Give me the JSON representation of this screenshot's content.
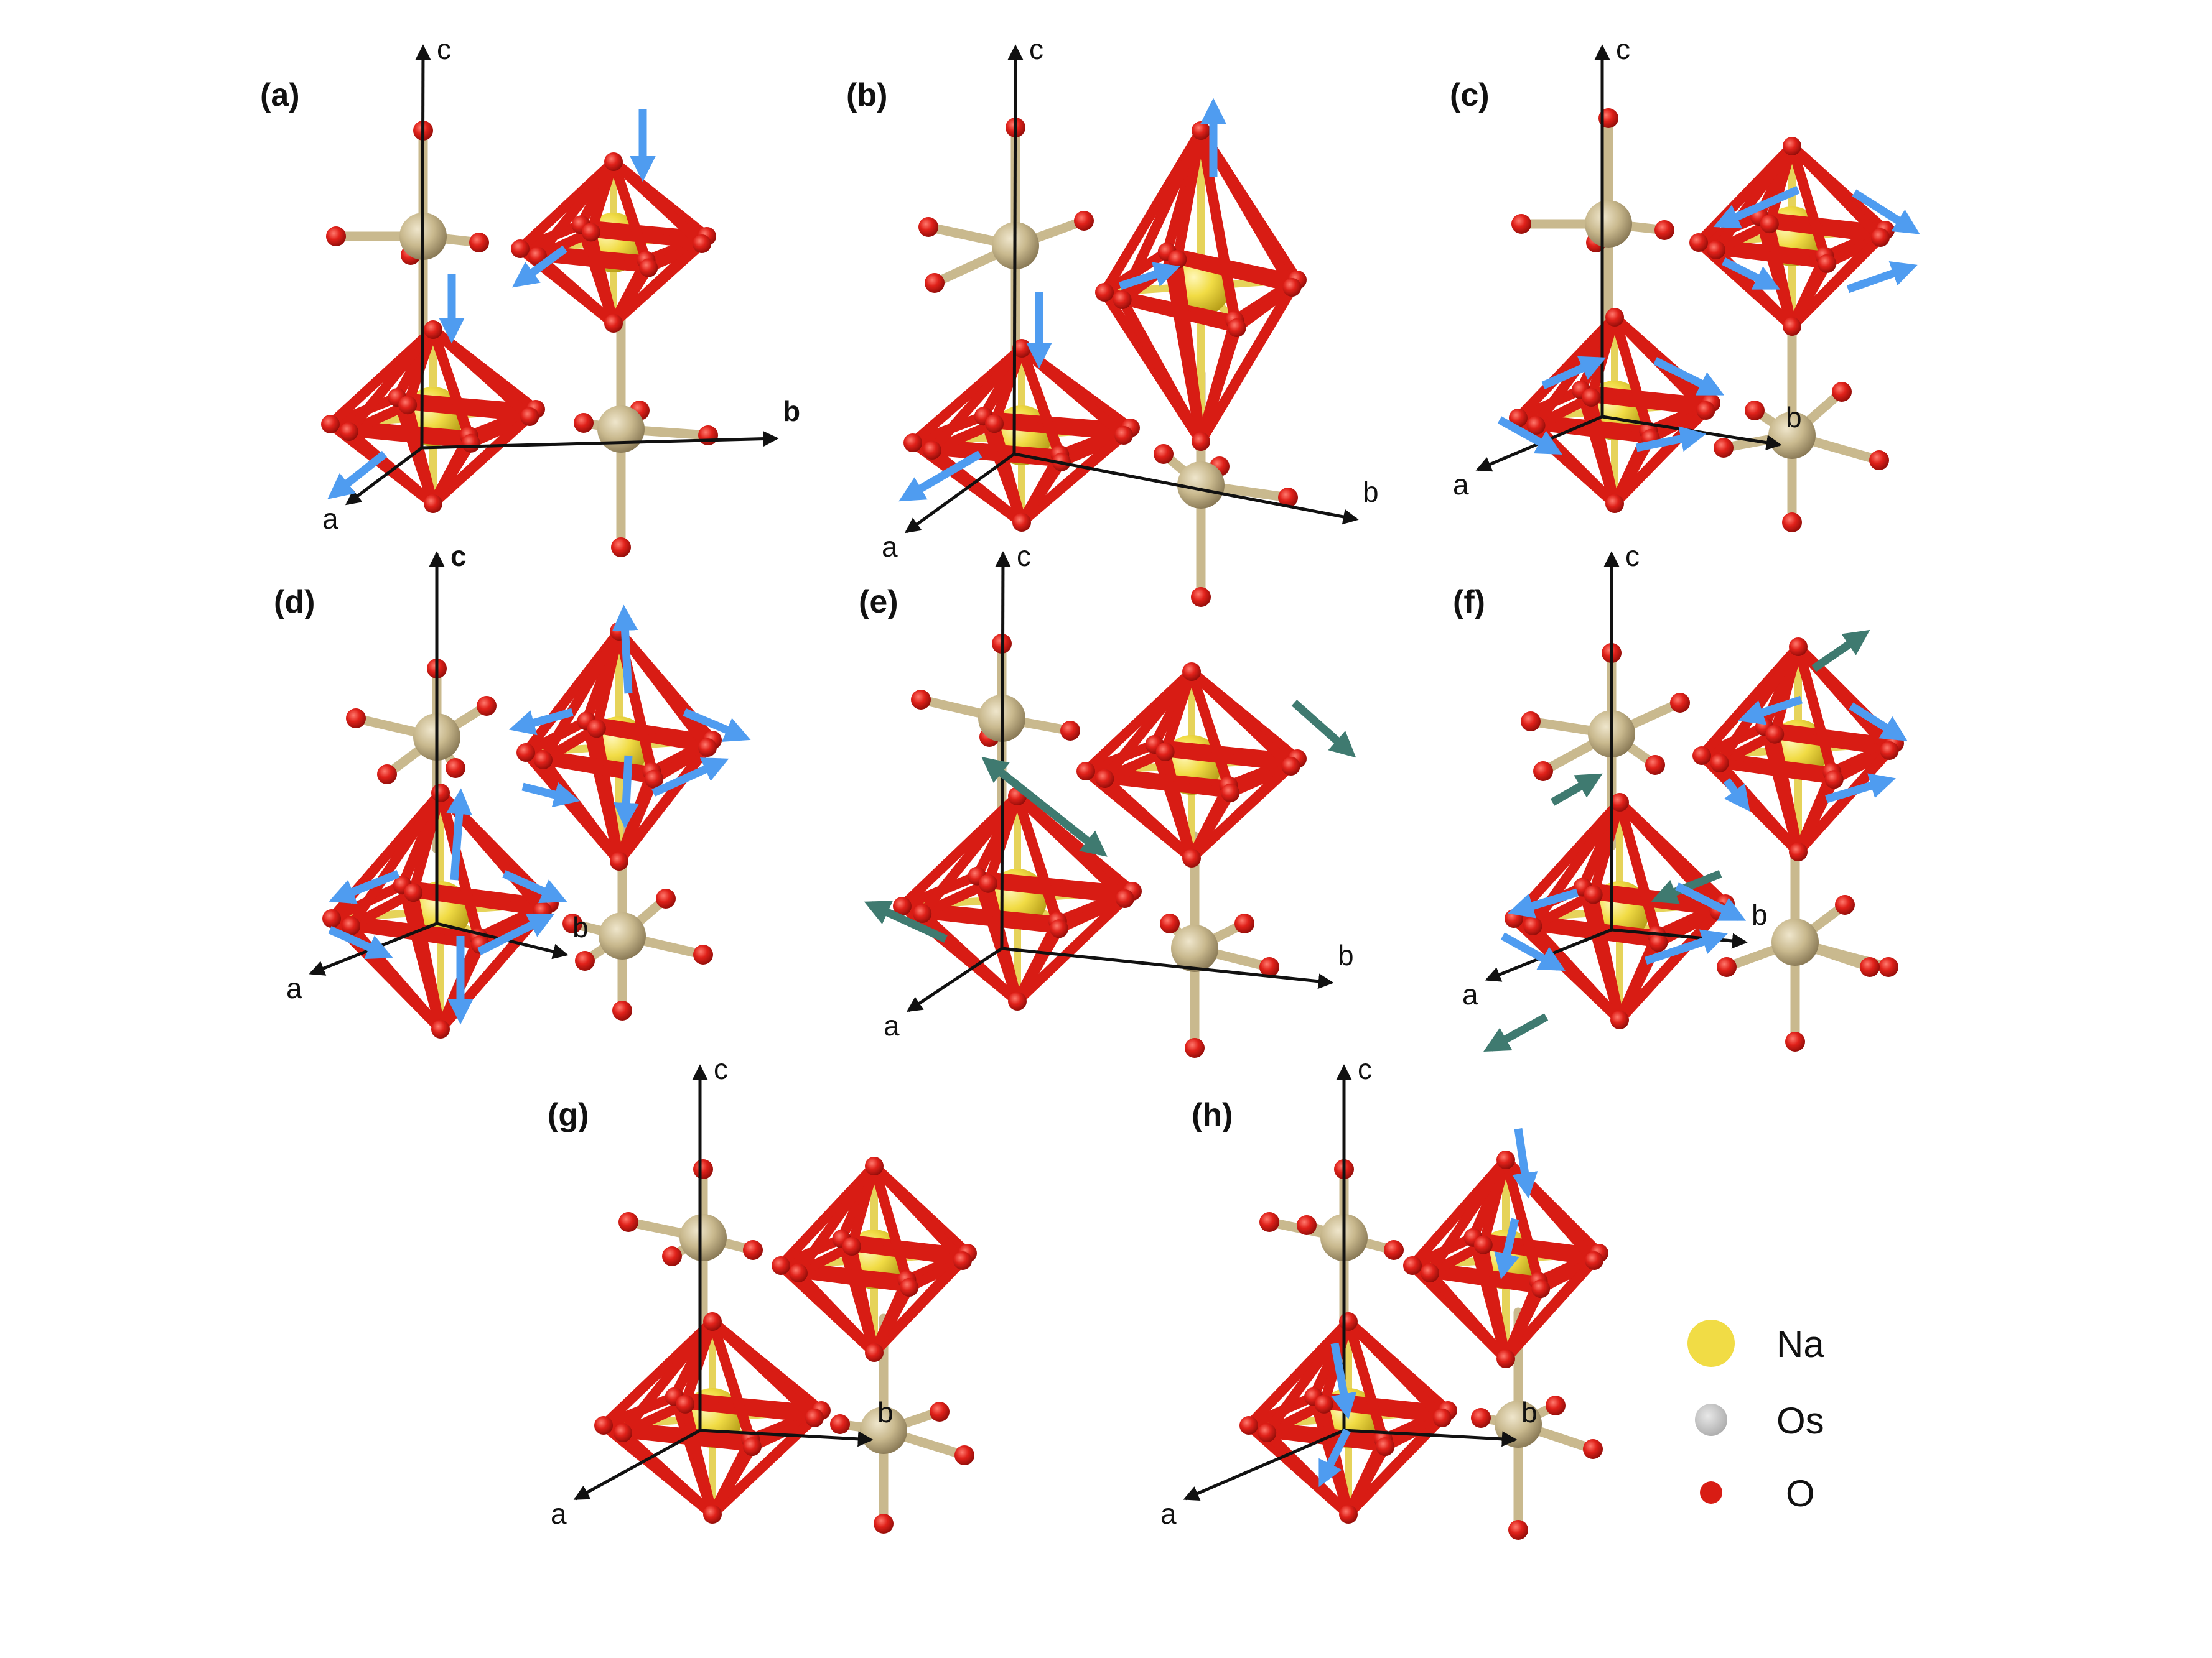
{
  "panels": [
    {
      "id": "a",
      "label": "(a)",
      "axes": {
        "a": "a",
        "b": "b",
        "c": "c"
      }
    },
    {
      "id": "b",
      "label": "(b)",
      "axes": {
        "a": "a",
        "b": "b",
        "c": "c"
      }
    },
    {
      "id": "c",
      "label": "(c)",
      "axes": {
        "a": "a",
        "b": "b",
        "c": "c"
      }
    },
    {
      "id": "d",
      "label": "(d)",
      "axes": {
        "a": "a",
        "b": "b",
        "c": "c"
      }
    },
    {
      "id": "e",
      "label": "(e)",
      "axes": {
        "a": "a",
        "b": "b",
        "c": "c"
      }
    },
    {
      "id": "f",
      "label": "(f)",
      "axes": {
        "a": "a",
        "b": "b",
        "c": "c"
      }
    },
    {
      "id": "g",
      "label": "(g)",
      "axes": {
        "a": "a",
        "b": "b",
        "c": "c"
      }
    },
    {
      "id": "h",
      "label": "(h)",
      "axes": {
        "a": "a",
        "b": "b",
        "c": "c"
      }
    }
  ],
  "legend": [
    {
      "symbol": "Na",
      "color": "#f1dc45"
    },
    {
      "symbol": "Os",
      "color": "#c2c2c2"
    },
    {
      "symbol": "O",
      "color": "#d81c14"
    }
  ],
  "colors": {
    "oxygen": "#d81c14",
    "osmium": "#c9b98e",
    "sodium": "#f1dc45",
    "arrow_blue": "#4f9cf0",
    "arrow_teal": "#3f7a70",
    "axis": "#111111"
  }
}
